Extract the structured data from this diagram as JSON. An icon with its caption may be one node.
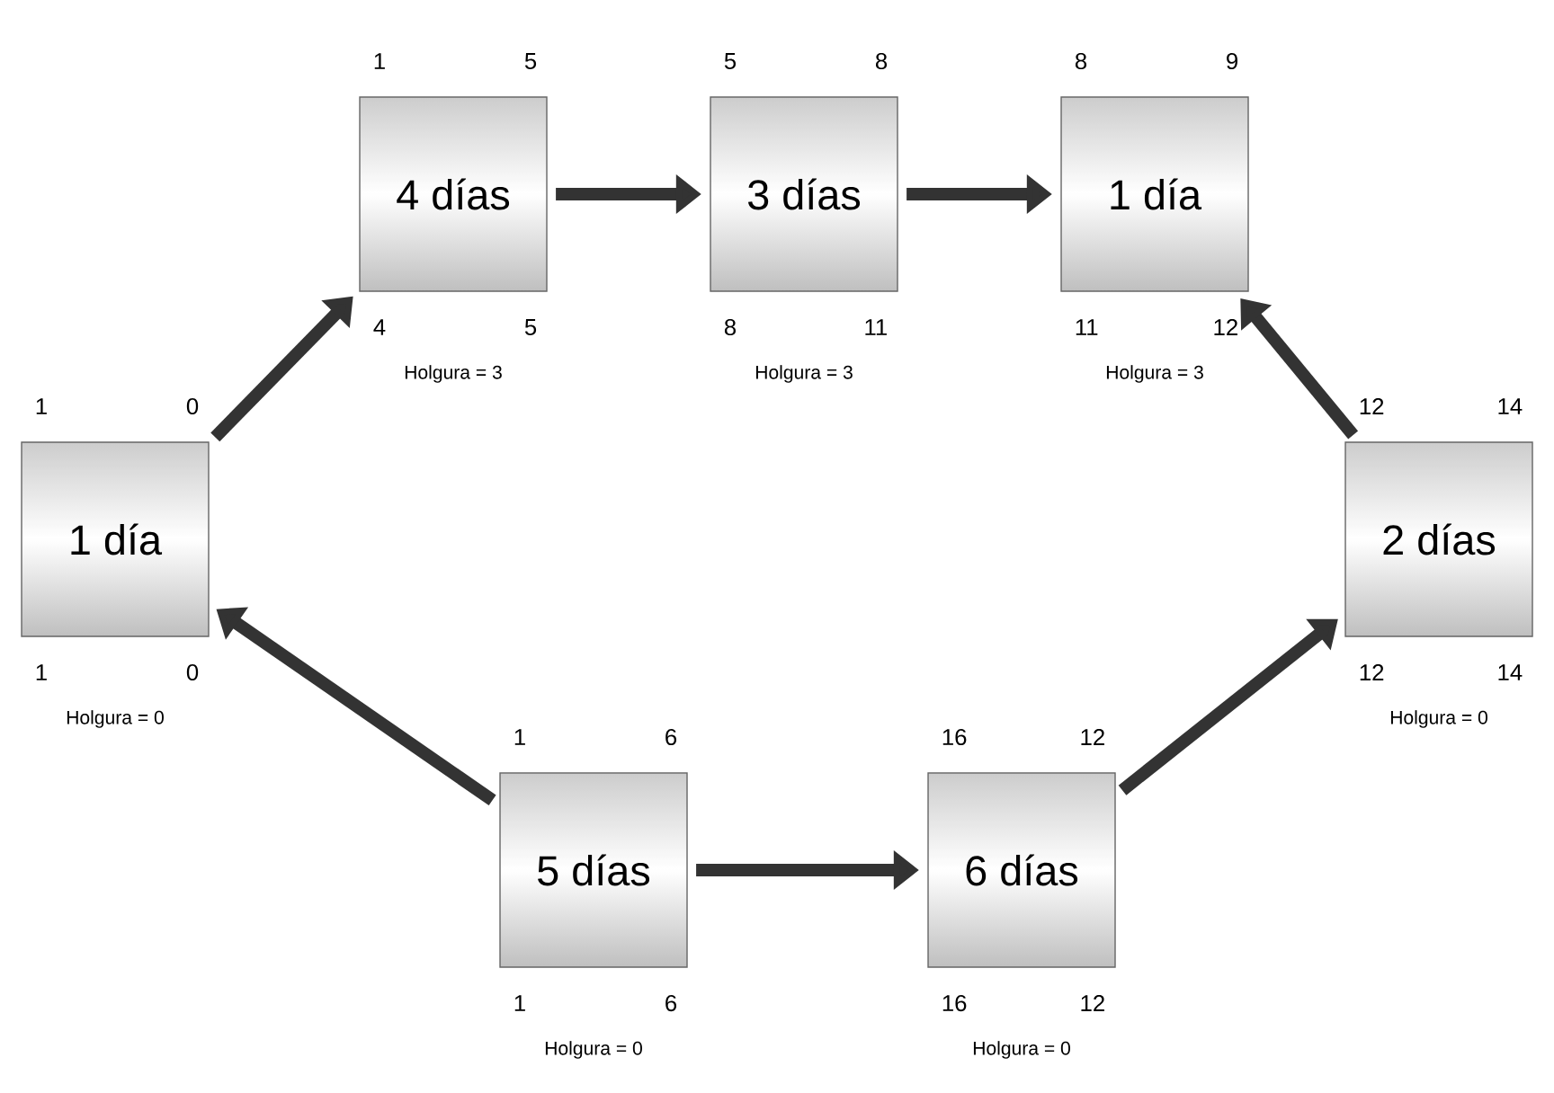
{
  "diagram": {
    "nodes": [
      {
        "text": [
          "4 días"
        ],
        "beside": [
          "1",
          "5",
          "4",
          "5",
          "Holgura = 3"
        ]
      },
      {
        "text": [
          "3 días"
        ],
        "beside": [
          "5",
          "8",
          "8",
          "11",
          "Holgura = 3"
        ]
      },
      {
        "text": [
          "1 día"
        ],
        "beside": [
          "8",
          "9",
          "11",
          "12",
          "Holgura = 3"
        ]
      },
      {
        "text": [
          "1 día"
        ],
        "beside": [
          "1",
          "0",
          "1",
          "0",
          "Holgura = 0"
        ]
      },
      {
        "text": [
          "2 días"
        ],
        "beside": [
          "12",
          "14",
          "12",
          "14",
          "Holgura = 0"
        ]
      },
      {
        "text": [
          "5 días"
        ],
        "beside": [
          "1",
          "6",
          "1",
          "6",
          "Holgura = 0"
        ]
      },
      {
        "text": [
          "6 días"
        ],
        "beside": [
          "16",
          "12",
          "16",
          "12",
          "Holgura = 0"
        ]
      }
    ],
    "edges": [
      {
        "from": 3,
        "to": 0,
        "arrow": "to"
      },
      {
        "from": 0,
        "to": 1,
        "arrow": "to"
      },
      {
        "from": 1,
        "to": 2,
        "arrow": "to"
      },
      {
        "from": 4,
        "to": 2,
        "arrow": "to"
      },
      {
        "from": 5,
        "to": 3,
        "arrow": "to"
      },
      {
        "from": 5,
        "to": 6,
        "arrow": "to"
      },
      {
        "from": 6,
        "to": 4,
        "arrow": "to"
      }
    ]
  }
}
